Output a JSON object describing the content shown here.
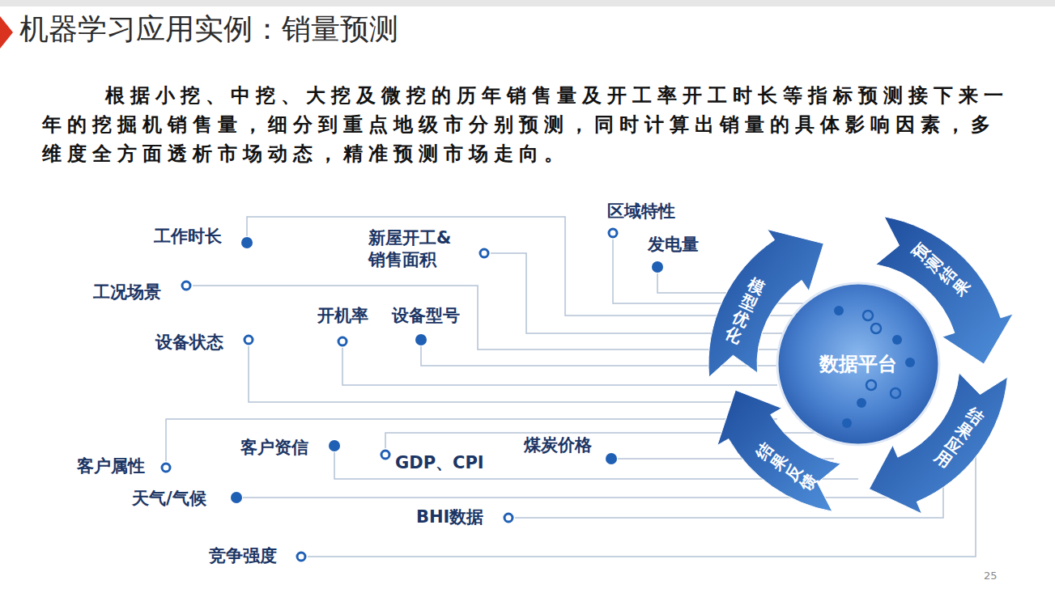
{
  "diagram": {
    "title": "机器学习应用实例：销量预测",
    "nodes": [
      {
        "text": [
          "数据平台"
        ]
      },
      {
        "text": [
          "模型优化"
        ]
      },
      {
        "text": [
          "预测结果"
        ]
      },
      {
        "text": [
          "结果应用"
        ]
      },
      {
        "text": [
          "结果反馈"
        ]
      }
    ],
    "labels": [
      "根据小挖、中挖、大挖及微挖的历年销售量及开工率开工时长等指标预测接下来一 年的挖掘机销售量，细分到重点地级市分别预测，同时计算出销量的具体影响因素，多 维度全方面透析市场动态，精准预测市场走向。",
      "区域特性",
      "新屋开工& 销售面积",
      "工作时长",
      "发电量",
      "工况场景",
      "开机率",
      "设备型号",
      "设备状态",
      "煤炭价格",
      "客户资信",
      "GDP、CPI",
      "客户属性",
      "天气/气候",
      "BHI数据",
      "竞争强度",
      "25"
    ]
  }
}
